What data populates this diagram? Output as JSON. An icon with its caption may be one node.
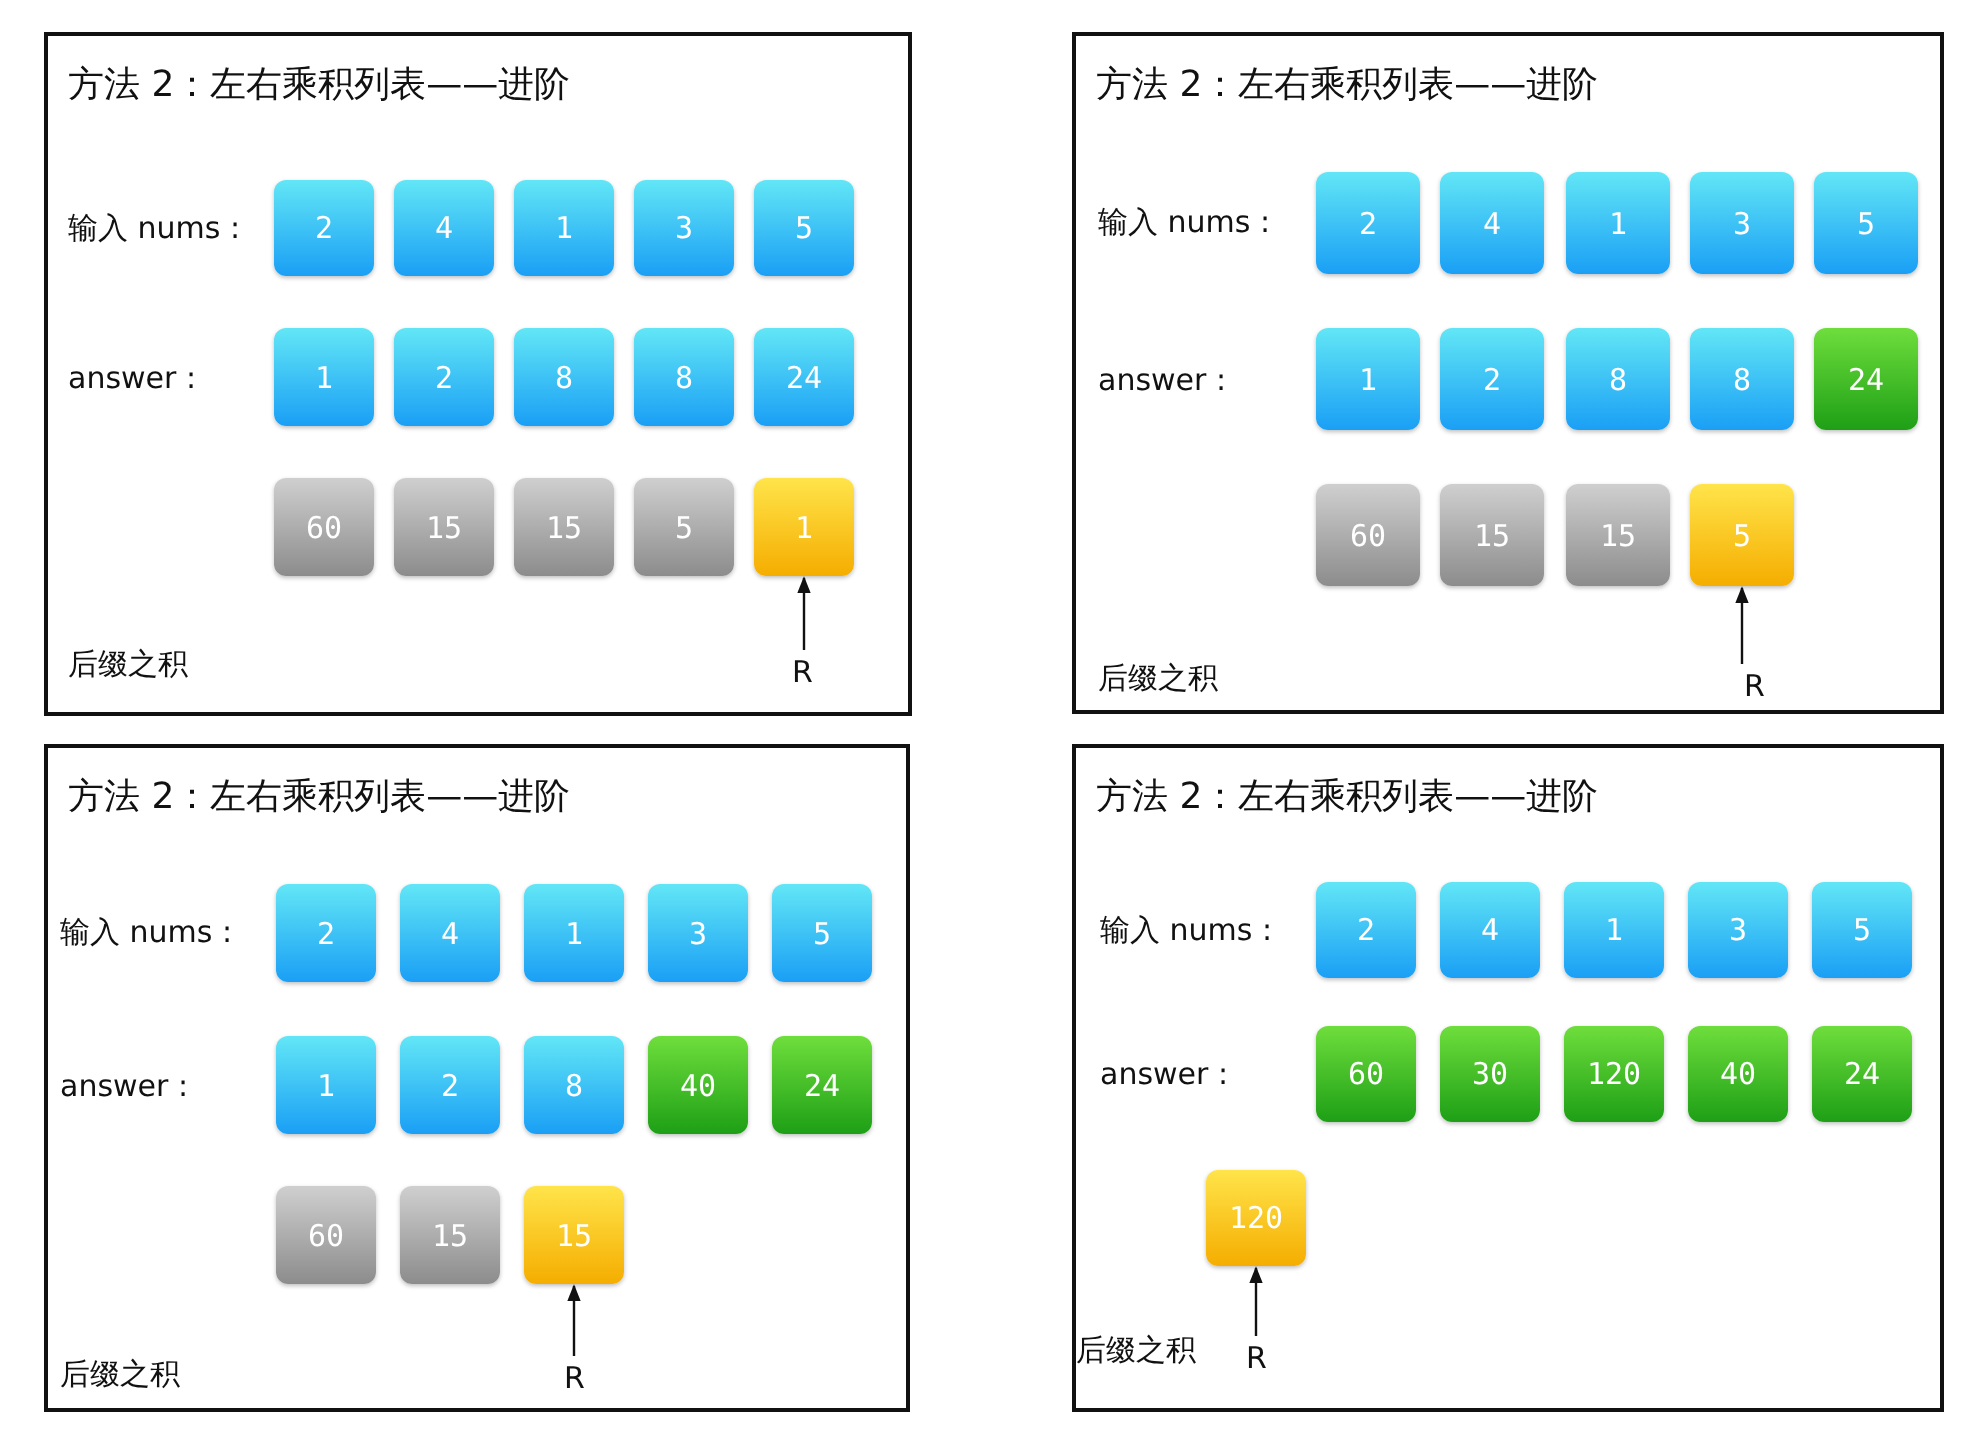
{
  "diagram": {
    "nodes": [
      {
        "text": [
          "方法 2：左右乘积列表——进阶"
        ]
      },
      {
        "text": [
          "2"
        ],
        "in": 0
      },
      {
        "text": [
          "4"
        ],
        "in": 0
      },
      {
        "text": [
          "1"
        ],
        "in": 0
      },
      {
        "text": [
          "3"
        ],
        "in": 0
      },
      {
        "text": [
          "5"
        ],
        "in": 0
      },
      {
        "text": [
          "1"
        ],
        "in": 0
      },
      {
        "text": [
          "2"
        ],
        "in": 0
      },
      {
        "text": [
          "8"
        ],
        "in": 0
      },
      {
        "text": [
          "8"
        ],
        "in": 0
      },
      {
        "text": [
          "24"
        ],
        "in": 0
      },
      {
        "text": [
          "60"
        ],
        "in": 0
      },
      {
        "text": [
          "15"
        ],
        "in": 0
      },
      {
        "text": [
          "15"
        ],
        "in": 0
      },
      {
        "text": [
          "5"
        ],
        "in": 0
      },
      {
        "text": [
          "1"
        ],
        "in": 0
      },
      {
        "text": [
          "R"
        ],
        "in": 0
      },
      {
        "text": [
          "方法 2：左右乘积列表——进阶"
        ]
      },
      {
        "text": [
          "2"
        ],
        "in": 17
      },
      {
        "text": [
          "4"
        ],
        "in": 17
      },
      {
        "text": [
          "1"
        ],
        "in": 17
      },
      {
        "text": [
          "3"
        ],
        "in": 17
      },
      {
        "text": [
          "5"
        ],
        "in": 17
      },
      {
        "text": [
          "1"
        ],
        "in": 17
      },
      {
        "text": [
          "2"
        ],
        "in": 17
      },
      {
        "text": [
          "8"
        ],
        "in": 17
      },
      {
        "text": [
          "8"
        ],
        "in": 17
      },
      {
        "text": [
          "24"
        ],
        "in": 17
      },
      {
        "text": [
          "60"
        ],
        "in": 17
      },
      {
        "text": [
          "15"
        ],
        "in": 17
      },
      {
        "text": [
          "15"
        ],
        "in": 17
      },
      {
        "text": [
          "5"
        ],
        "in": 17
      },
      {
        "text": [
          "R"
        ],
        "in": 17
      },
      {
        "text": [
          "方法 2：左右乘积列表——进阶"
        ]
      },
      {
        "text": [
          "2"
        ],
        "in": 33
      },
      {
        "text": [
          "4"
        ],
        "in": 33
      },
      {
        "text": [
          "1"
        ],
        "in": 33
      },
      {
        "text": [
          "3"
        ],
        "in": 33
      },
      {
        "text": [
          "5"
        ],
        "in": 33
      },
      {
        "text": [
          "1"
        ],
        "in": 33
      },
      {
        "text": [
          "2"
        ],
        "in": 33
      },
      {
        "text": [
          "8"
        ],
        "in": 33
      },
      {
        "text": [
          "40"
        ],
        "in": 33
      },
      {
        "text": [
          "24"
        ],
        "in": 33
      },
      {
        "text": [
          "60"
        ],
        "in": 33
      },
      {
        "text": [
          "15"
        ],
        "in": 33
      },
      {
        "text": [
          "15"
        ],
        "in": 33
      },
      {
        "text": [
          "R"
        ],
        "in": 33
      },
      {
        "text": [
          "方法 2：左右乘积列表——进阶"
        ]
      },
      {
        "text": [
          "2"
        ],
        "in": 48
      },
      {
        "text": [
          "4"
        ],
        "in": 48
      },
      {
        "text": [
          "1"
        ],
        "in": 48
      },
      {
        "text": [
          "3"
        ],
        "in": 48
      },
      {
        "text": [
          "5"
        ],
        "in": 48
      },
      {
        "text": [
          "60"
        ],
        "in": 48
      },
      {
        "text": [
          "30"
        ],
        "in": 48
      },
      {
        "text": [
          "120"
        ],
        "in": 48
      },
      {
        "text": [
          "40"
        ],
        "in": 48
      },
      {
        "text": [
          "24"
        ],
        "in": 48
      },
      {
        "text": [
          "120"
        ],
        "in": 48
      },
      {
        "text": [
          "R"
        ],
        "in": 48
      }
    ],
    "edges": [
      {
        "from": 16,
        "to": 15,
        "arrow": "to"
      },
      {
        "from": 32,
        "to": 31,
        "arrow": "to"
      },
      {
        "from": 47,
        "to": 46,
        "arrow": "to"
      },
      {
        "from": 60,
        "to": 59,
        "arrow": "to"
      }
    ],
    "labels": [
      "输入 nums :",
      "answer :",
      "后缀之积",
      "输入 nums :",
      "answer :",
      "后缀之积",
      "输入 nums :",
      "answer :",
      "后缀之积",
      "输入 nums :",
      "answer :",
      "后缀之积"
    ]
  }
}
